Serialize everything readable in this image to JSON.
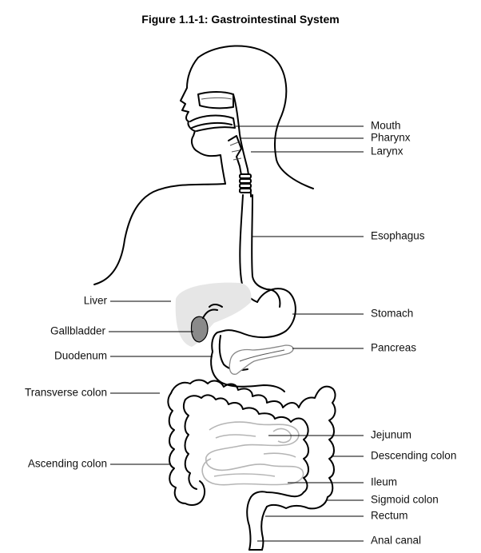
{
  "figure": {
    "title": "Figure 1.1-1: Gastrointestinal System",
    "labels_right": {
      "mouth": "Mouth",
      "pharynx": "Pharynx",
      "larynx": "Larynx",
      "esophagus": "Esophagus",
      "stomach": "Stomach",
      "pancreas": "Pancreas",
      "jejunum": "Jejunum",
      "descending_colon": "Descending colon",
      "ileum": "Ileum",
      "sigmoid_colon": "Sigmoid colon",
      "rectum": "Rectum",
      "anal_canal": "Anal canal"
    },
    "labels_left": {
      "liver": "Liver",
      "gallbladder": "Gallbladder",
      "duodenum": "Duodenum",
      "transverse_colon": "Transverse colon",
      "ascending_colon": "Ascending colon"
    },
    "colors": {
      "ink": "#000000",
      "liver_fill": "#e6e6e6",
      "gallbladder_fill": "#8a8a8a",
      "intestine_gray": "#b5b5b5"
    }
  }
}
